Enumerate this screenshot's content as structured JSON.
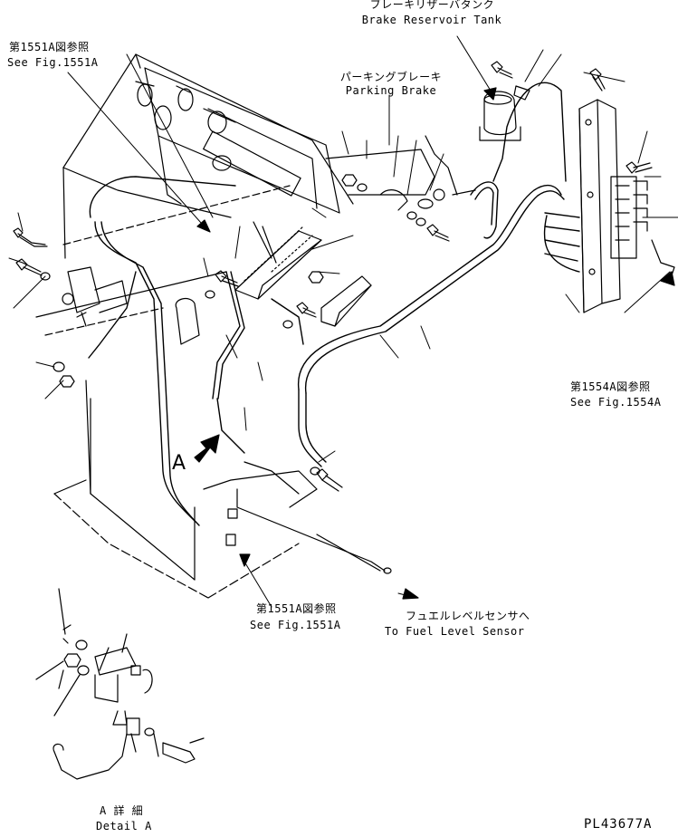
{
  "labels": {
    "brake_reservoir_jp": "ブレーキリザーバタンク",
    "brake_reservoir_en": "Brake Reservoir Tank",
    "parking_brake_jp": "パーキングブレーキ",
    "parking_brake_en": "Parking Brake",
    "see_1551a_top_jp": "第1551A図参照",
    "see_1551a_top_en": "See Fig.1551A",
    "see_1554a_jp": "第1554A図参照",
    "see_1554a_en": "See Fig.1554A",
    "see_1551a_bottom_jp": "第1551A図参照",
    "see_1551a_bottom_en": "See Fig.1551A",
    "fuel_sensor_jp": "フュエルレベルセンサへ",
    "fuel_sensor_en": "To Fuel Level Sensor",
    "view_a": "A",
    "detail_a_jp": "A  詳 細",
    "detail_a_en": "Detail A",
    "part_number": "PL43677A"
  },
  "colors": {
    "line": "#000000",
    "background": "#ffffff"
  }
}
